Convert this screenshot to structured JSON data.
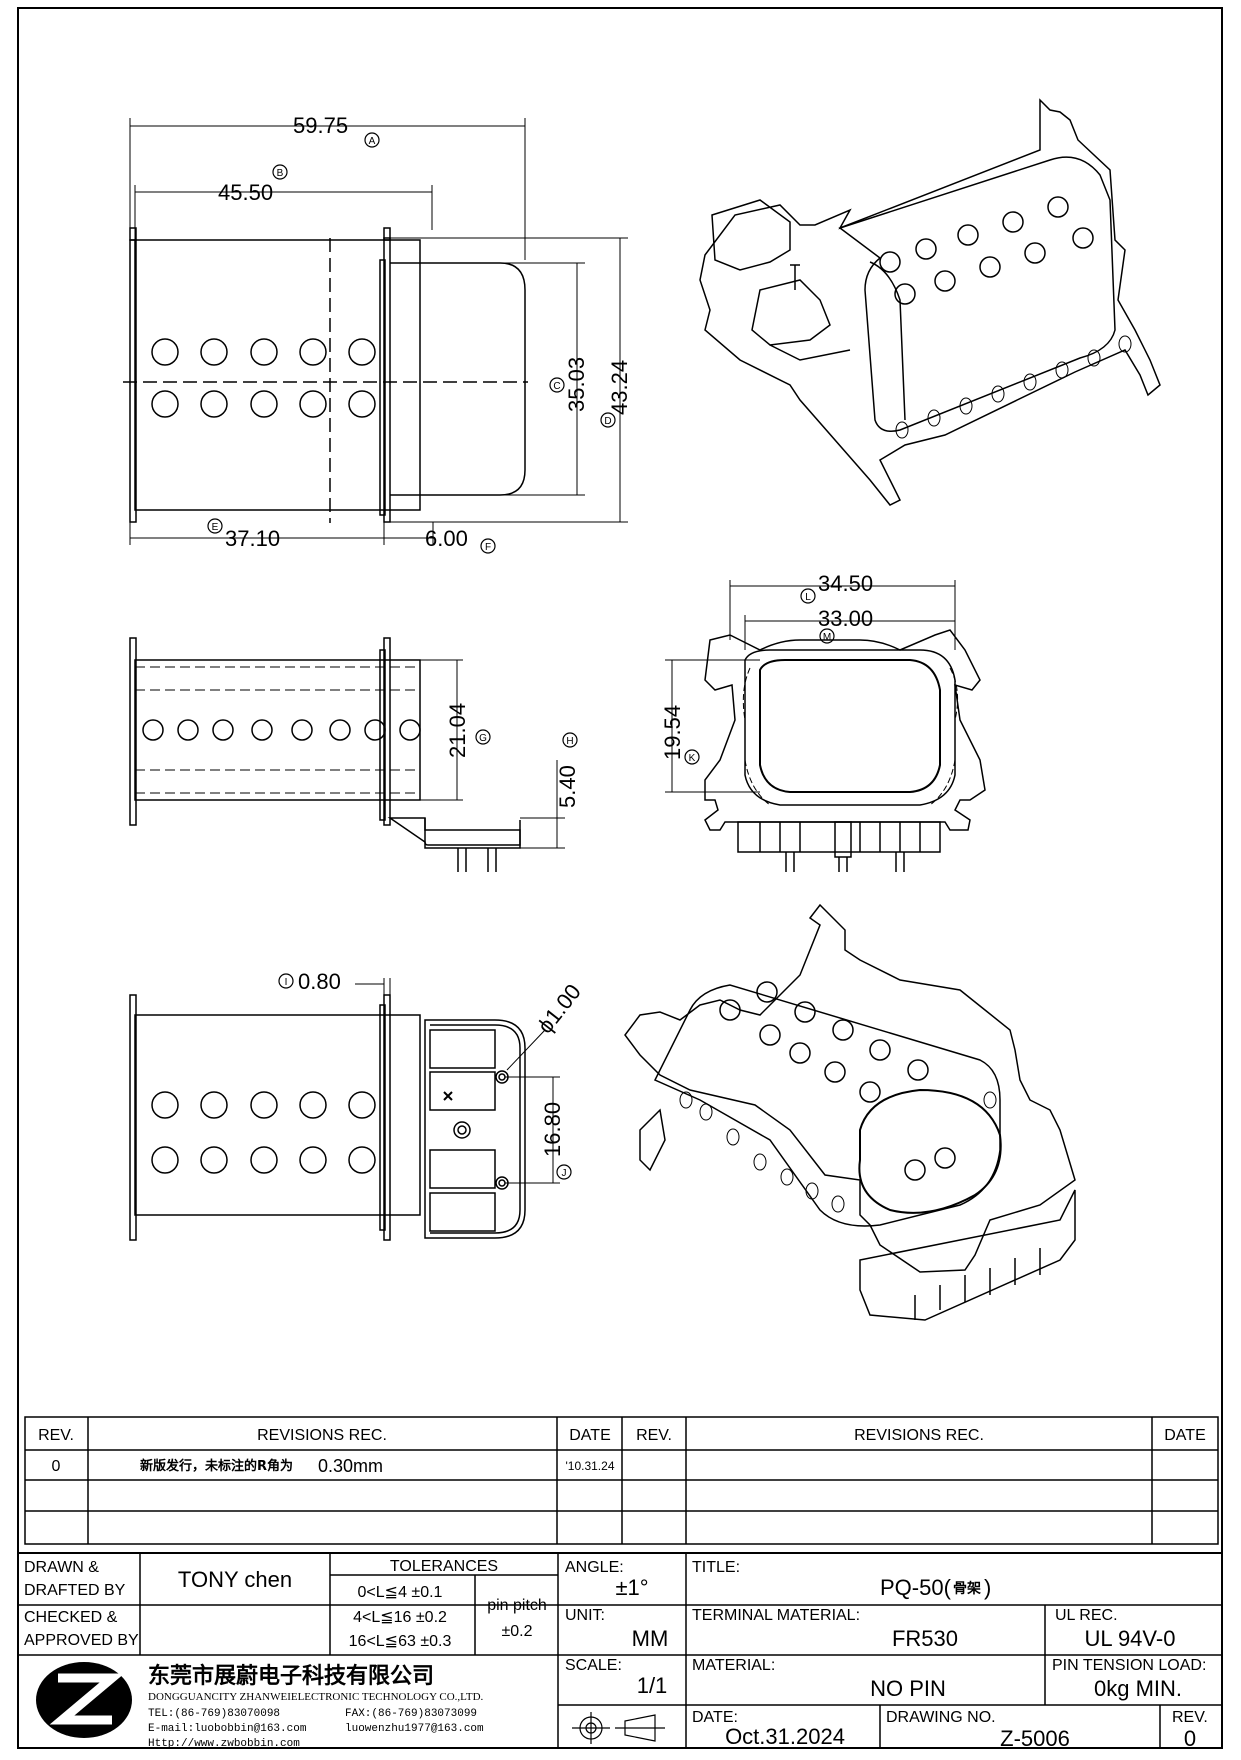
{
  "dimensions": {
    "a": "59.75",
    "b": "45.50",
    "c": "35.03",
    "d": "43.24",
    "e": "37.10",
    "f": "6.00",
    "g": "21.04",
    "h": "5.40",
    "i": "0.80",
    "j": "16.80",
    "k": "19.54",
    "l": "34.50",
    "m": "33.00",
    "pin_dia": "ϕ1.00"
  },
  "callouts": {
    "a": "A",
    "b": "B",
    "c": "C",
    "d": "D",
    "e": "E",
    "f": "F",
    "g": "G",
    "h": "H",
    "i": "I",
    "j": "J",
    "k": "K",
    "l": "L",
    "m": "M"
  },
  "revisions": {
    "col_rev": "REV.",
    "col_rec": "REVISIONS   REC.",
    "col_date": "DATE",
    "rows": [
      {
        "rev": "0",
        "rec_cn": "新版发行，未标注的R角为",
        "rec_val": "0.30mm",
        "date": "'10.31.24"
      }
    ]
  },
  "title_block": {
    "drawn_label_1": "DRAWN &",
    "drawn_label_2": "DRAFTED BY",
    "drawn_value": "TONY chen",
    "checked_label_1": "CHECKED &",
    "checked_label_2": "APPROVED BY",
    "tolerances_label": "TOLERANCES",
    "tol_1": "0<L≦4   ±0.1",
    "tol_2": "4<L≦16  ±0.2",
    "tol_3": "16<L≦63  ±0.3",
    "pin_pitch_label": "pin pitch",
    "pin_pitch_value": "±0.2",
    "angle_label": "ANGLE:",
    "angle_value": "±1°",
    "unit_label": "UNIT:",
    "unit_value": "MM",
    "scale_label": "SCALE:",
    "scale_value": "1/1",
    "title_label": "TITLE:",
    "title_value": "PQ-50(",
    "title_cn": "骨架",
    "title_close": ")",
    "terminal_label": "TERMINAL MATERIAL:",
    "terminal_value": "FR530",
    "ul_label": "UL REC.",
    "ul_value": "UL 94V-0",
    "material_label": "MATERIAL:",
    "material_value": "NO PIN",
    "pin_tension_label": "PIN TENSION LOAD:",
    "pin_tension_value": "0kg MIN.",
    "date_label": "DATE:",
    "date_value": "Oct.31.2024",
    "drawing_no_label": "DRAWING NO.",
    "drawing_no_value": "Z-5006",
    "rev_label": "REV.",
    "rev_value": "0"
  },
  "company": {
    "name_cn": "东莞市展蔚电子科技有限公司",
    "name_en": "DONGGUANCITY ZHANWEIELECTRONIC TECHNOLOGY CO.,LTD.",
    "tel": "TEL:(86-769)83070098",
    "fax": "FAX:(86-769)83073099",
    "email1": "E-mail:luobobbin@163.com",
    "email2": "luowenzhu1977@163.com",
    "web": "Http://www.zwbobbin.com"
  }
}
